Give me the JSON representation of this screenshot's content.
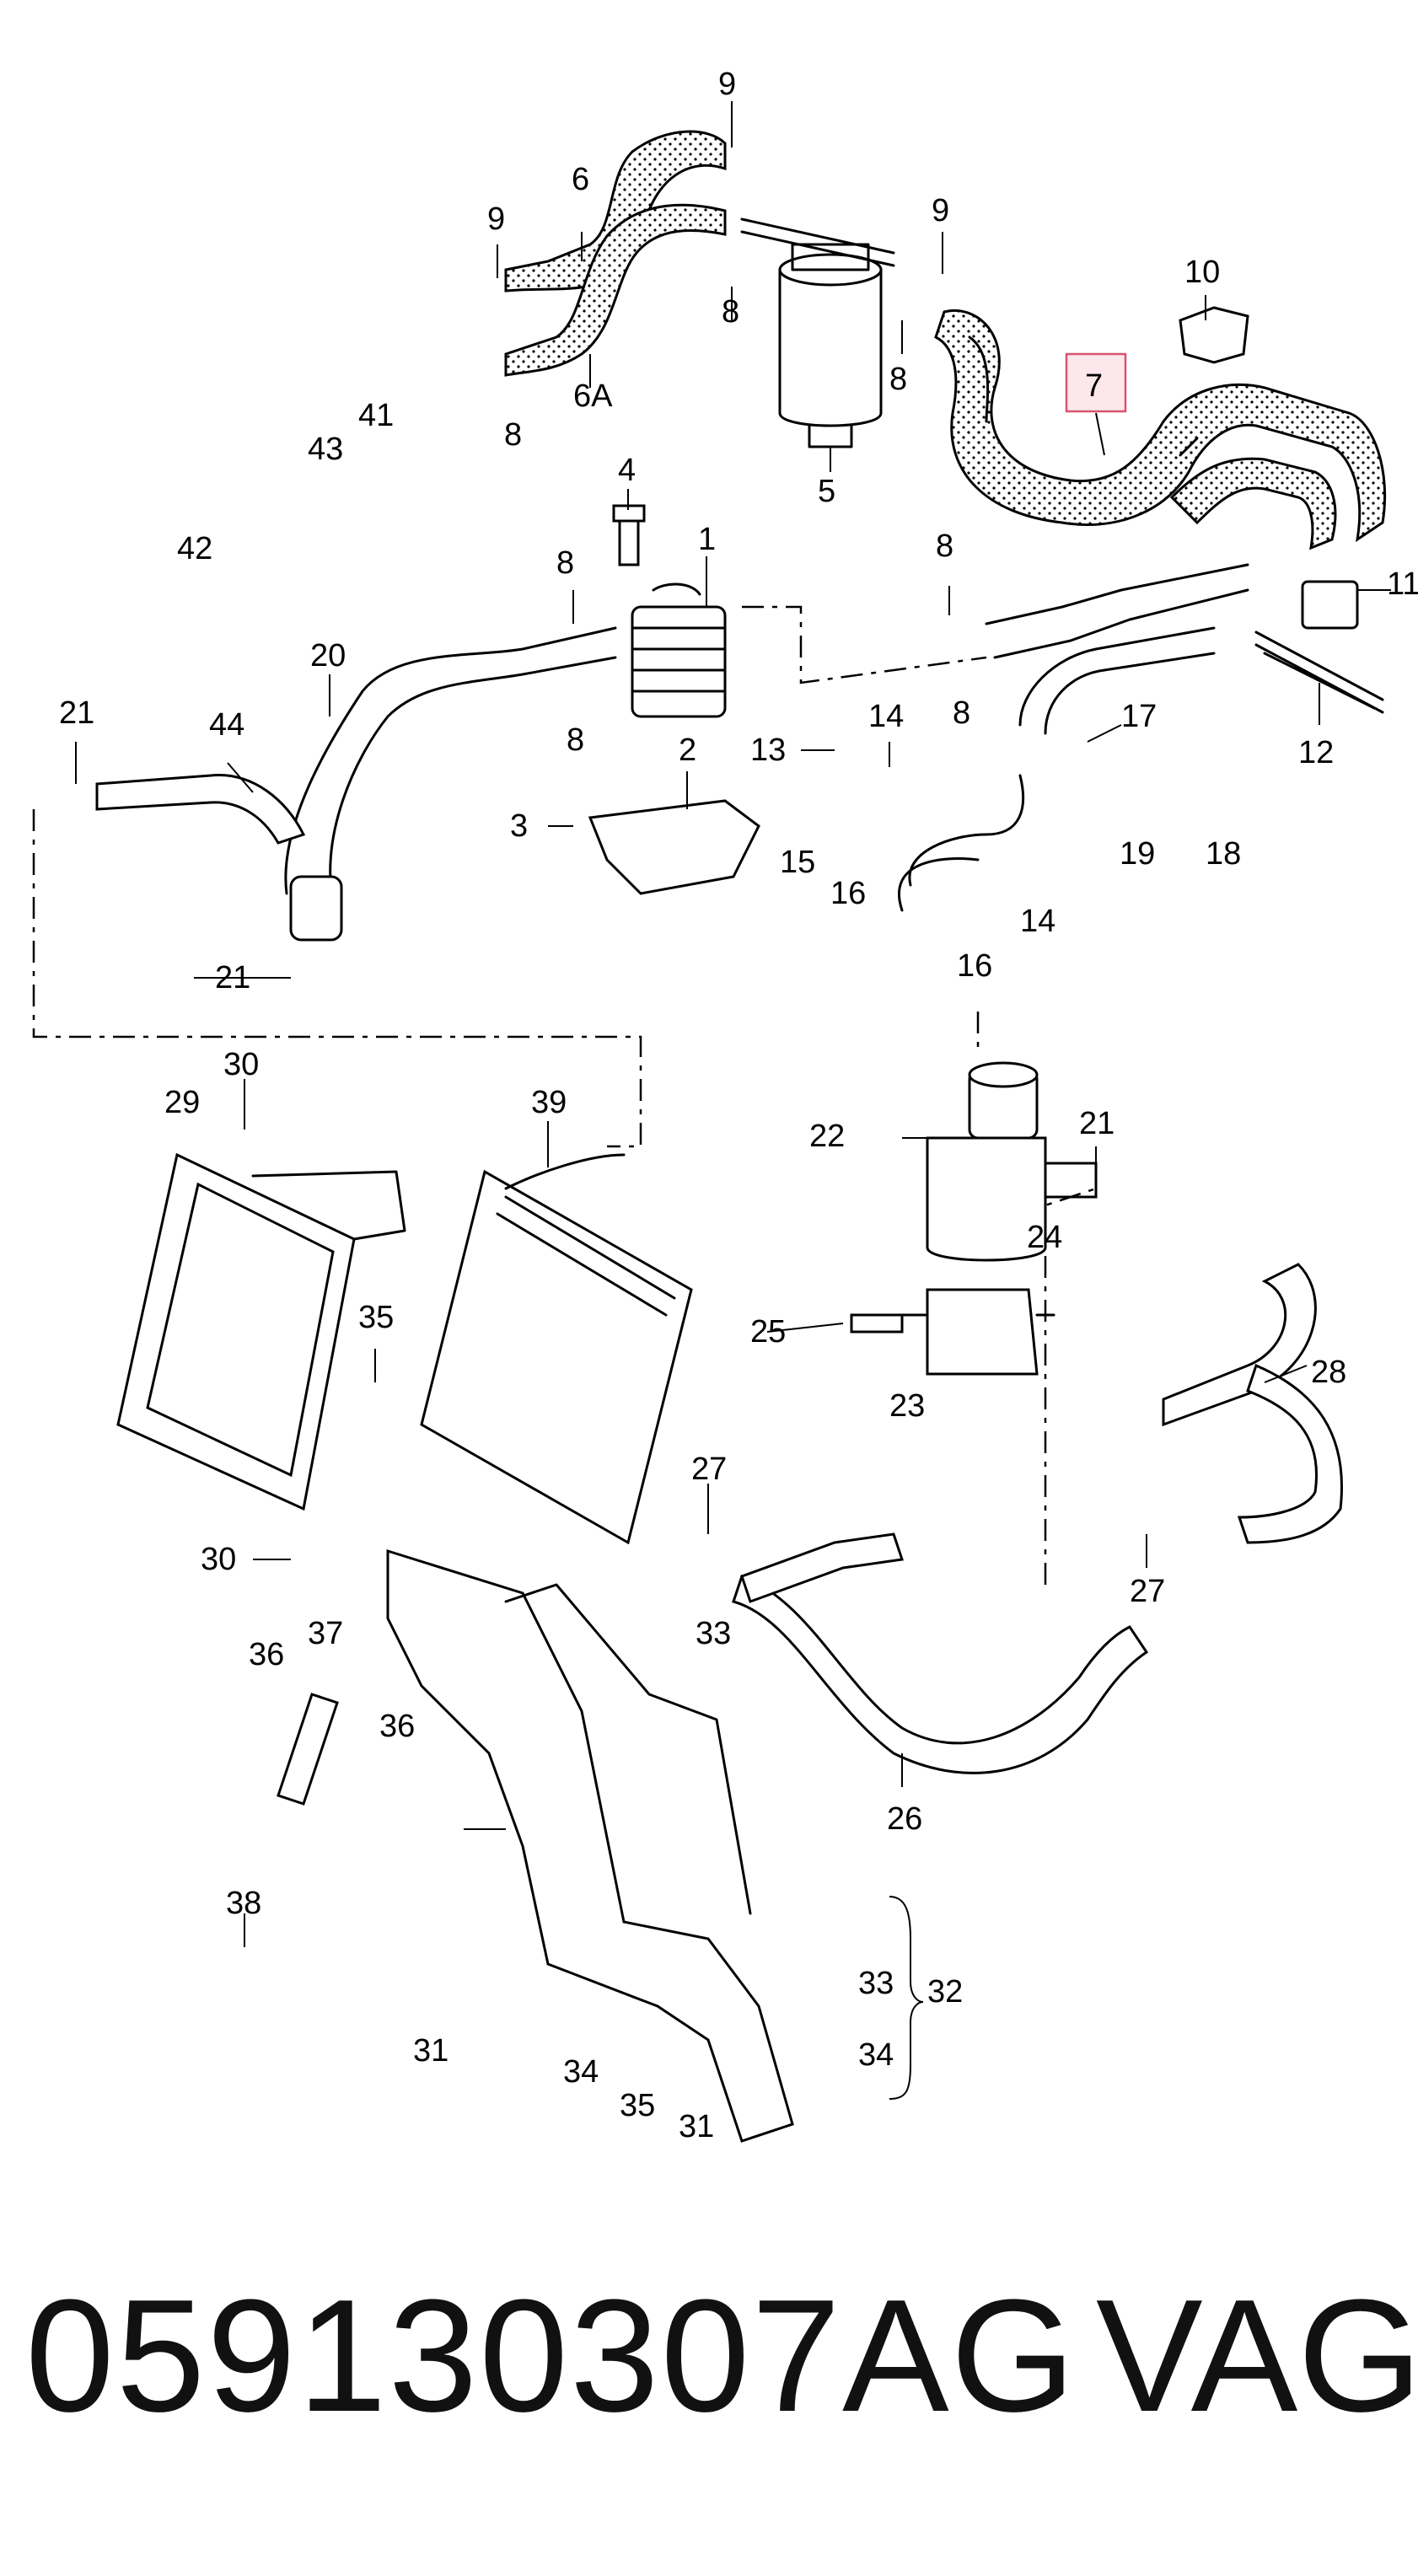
{
  "diagram": {
    "callouts": [
      {
        "id": "c-9a",
        "label": "9"
      },
      {
        "id": "c-6",
        "label": "6"
      },
      {
        "id": "c-9b",
        "label": "9"
      },
      {
        "id": "c-9c",
        "label": "9"
      },
      {
        "id": "c-8a",
        "label": "8"
      },
      {
        "id": "c-8b",
        "label": "8"
      },
      {
        "id": "c-6a",
        "label": "6A"
      },
      {
        "id": "c-5",
        "label": "5"
      },
      {
        "id": "c-8c",
        "label": "8"
      },
      {
        "id": "c-10",
        "label": "10"
      },
      {
        "id": "c-7",
        "label": "7"
      },
      {
        "id": "c-41",
        "label": "41"
      },
      {
        "id": "c-43",
        "label": "43"
      },
      {
        "id": "c-42",
        "label": "42"
      },
      {
        "id": "c-4",
        "label": "4"
      },
      {
        "id": "c-1",
        "label": "1"
      },
      {
        "id": "c-8d",
        "label": "8"
      },
      {
        "id": "c-8e",
        "label": "8"
      },
      {
        "id": "c-11",
        "label": "11"
      },
      {
        "id": "c-20",
        "label": "20"
      },
      {
        "id": "c-8f",
        "label": "8"
      },
      {
        "id": "c-8g",
        "label": "8"
      },
      {
        "id": "c-12",
        "label": "12"
      },
      {
        "id": "c-21a",
        "label": "21"
      },
      {
        "id": "c-44",
        "label": "44"
      },
      {
        "id": "c-14a",
        "label": "14"
      },
      {
        "id": "c-17",
        "label": "17"
      },
      {
        "id": "c-13",
        "label": "13"
      },
      {
        "id": "c-2",
        "label": "2"
      },
      {
        "id": "c-3",
        "label": "3"
      },
      {
        "id": "c-15",
        "label": "15"
      },
      {
        "id": "c-16a",
        "label": "16"
      },
      {
        "id": "c-19",
        "label": "19"
      },
      {
        "id": "c-18",
        "label": "18"
      },
      {
        "id": "c-14b",
        "label": "14"
      },
      {
        "id": "c-16b",
        "label": "16"
      },
      {
        "id": "c-21b",
        "label": "21"
      },
      {
        "id": "c-30a",
        "label": "30"
      },
      {
        "id": "c-39",
        "label": "39"
      },
      {
        "id": "c-29",
        "label": "29"
      },
      {
        "id": "c-22",
        "label": "22"
      },
      {
        "id": "c-21c",
        "label": "21"
      },
      {
        "id": "c-24",
        "label": "24"
      },
      {
        "id": "c-35",
        "label": "35"
      },
      {
        "id": "c-25",
        "label": "25"
      },
      {
        "id": "c-28",
        "label": "28"
      },
      {
        "id": "c-23",
        "label": "23"
      },
      {
        "id": "c-27a",
        "label": "27"
      },
      {
        "id": "c-30b",
        "label": "30"
      },
      {
        "id": "c-27b",
        "label": "27"
      },
      {
        "id": "c-33a",
        "label": "33"
      },
      {
        "id": "c-37",
        "label": "37"
      },
      {
        "id": "c-36a",
        "label": "36"
      },
      {
        "id": "c-36b",
        "label": "36"
      },
      {
        "id": "c-38",
        "label": "38"
      },
      {
        "id": "c-26",
        "label": "26"
      },
      {
        "id": "c-33b",
        "label": "33"
      },
      {
        "id": "c-32",
        "label": "32"
      },
      {
        "id": "c-34a",
        "label": "34"
      },
      {
        "id": "c-31a",
        "label": "31"
      },
      {
        "id": "c-34b",
        "label": "34"
      },
      {
        "id": "c-35b",
        "label": "35"
      },
      {
        "id": "c-31b",
        "label": "31"
      }
    ],
    "highlight_color": "#d9536f"
  },
  "footer": {
    "part_number": "059130307AG",
    "brand": "VAG"
  }
}
